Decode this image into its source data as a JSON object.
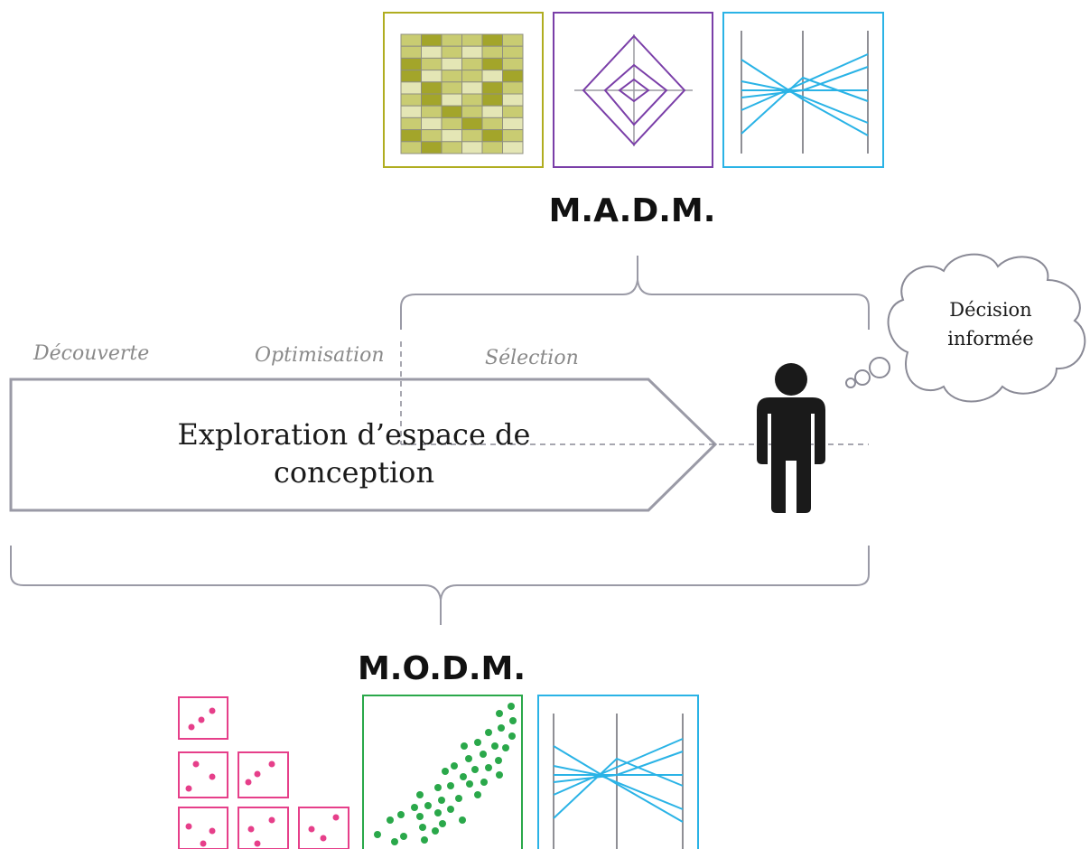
{
  "labels": {
    "madm": "M.A.D.M.",
    "modm": "M.O.D.M.",
    "phase_discovery": "Découverte",
    "phase_optimization": "Optimisation",
    "phase_selection": "Sélection",
    "arrow_line1": "Exploration d’espace de",
    "arrow_line2": "conception",
    "cloud_line1": "Décision",
    "cloud_line2": "informée"
  },
  "colors": {
    "heatmap_border": "#b0ad20",
    "heatmap_cells": [
      "#a3a52a",
      "#c9cc72",
      "#e4e6b5"
    ],
    "radar": "#7a3ea8",
    "parallel": "#2ab3e6",
    "scatter_small": "#e63f8a",
    "scatter_large": "#2aa84a",
    "bracket": "#9a9aa6",
    "arrow": "#9a9aa6",
    "person": "#1a1a1a",
    "cloud": "#8a8a96"
  },
  "icons": {
    "madm": [
      "heatmap-matrix-icon",
      "radar-chart-icon",
      "parallel-coordinates-icon"
    ],
    "modm": [
      "scatter-matrix-icon",
      "scatter-plot-icon",
      "parallel-coordinates-icon"
    ],
    "person": "person-icon",
    "cloud": "thought-cloud-icon"
  }
}
